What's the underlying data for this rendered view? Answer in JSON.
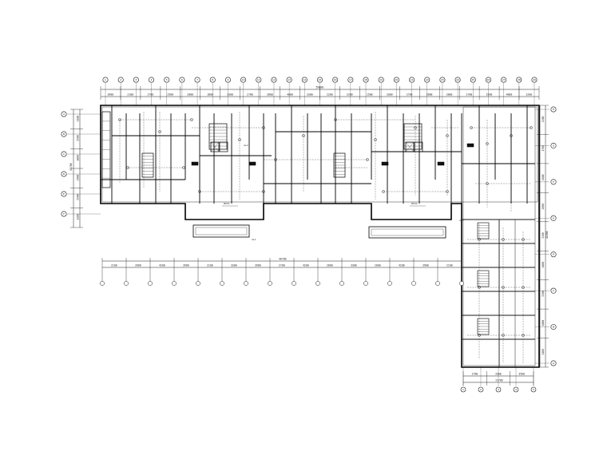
{
  "drawing": {
    "type": "electrical floor plan",
    "colors": {
      "line": "#1a1a1a",
      "wall": "#000000",
      "wire": "#333333",
      "background": "#ffffff"
    }
  },
  "dims": {
    "top_segments": [
      "2600",
      "2100",
      "1700",
      "2500",
      "2000",
      "1800",
      "3300",
      "2700",
      "2800",
      "4000",
      "3300",
      "2200",
      "2200",
      "1500",
      "3300",
      "2700",
      "2800",
      "2000",
      "2700",
      "2500",
      "4000",
      "2200"
    ],
    "top_total": "59600",
    "mid_segments": [
      "2100",
      "2600",
      "4200",
      "3900",
      "2100",
      "3300",
      "3900",
      "2700",
      "4200",
      "2600",
      "3300",
      "2000",
      "4200",
      "3900",
      "2100"
    ],
    "mid_total": "40700",
    "left_segments": [
      "1100",
      "1500",
      "1800",
      "2600",
      "3500",
      "1200"
    ],
    "left_total": "11700",
    "right_segments": [
      "2200",
      "1700",
      "1800",
      "2900"
    ],
    "right_lower_segments": [
      "3300",
      "1800",
      "3300",
      "4000",
      "3400"
    ],
    "right_total": "41000",
    "bottom_segments": [
      "2700",
      "3300",
      "3500"
    ],
    "bottom_total": "11700"
  },
  "grid": {
    "top": [
      "1",
      "2",
      "3",
      "4",
      "5",
      "6",
      "7",
      "8",
      "9",
      "10",
      "11",
      "12",
      "13",
      "14",
      "15",
      "16",
      "17",
      "18",
      "19",
      "20",
      "21",
      "22",
      "23",
      "24",
      "25",
      "26",
      "27",
      "28",
      "29"
    ],
    "left": [
      "A",
      "B",
      "C",
      "D",
      "E",
      "F"
    ],
    "right": [
      "H",
      "G",
      "F",
      "E",
      "D",
      "C",
      "B",
      "A"
    ],
    "bottom": [
      "1",
      "2",
      "3",
      "4",
      "5"
    ]
  },
  "labels": {
    "units": [
      "BP01",
      "BP02"
    ],
    "tags": [
      "AL1",
      "AL2",
      "AL3"
    ]
  }
}
